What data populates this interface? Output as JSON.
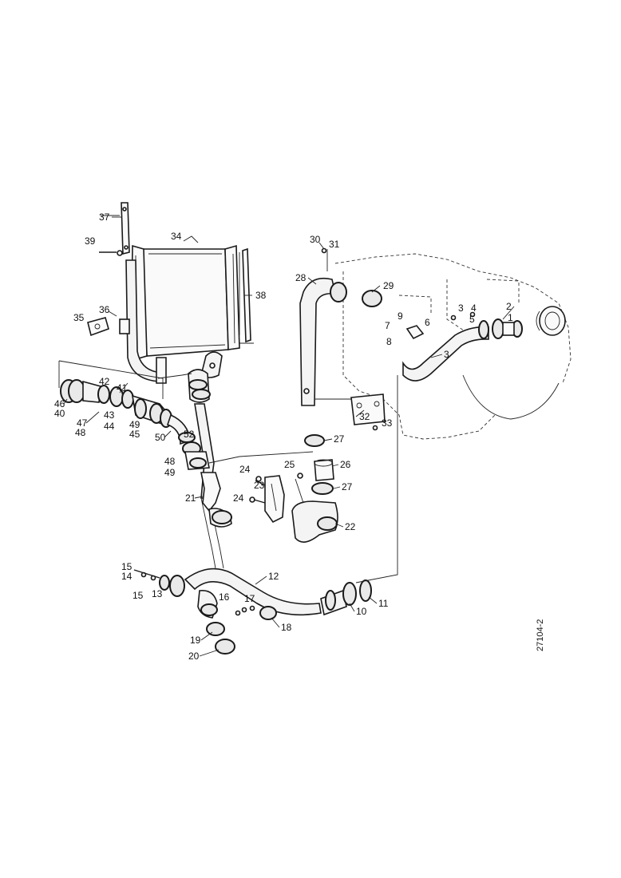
{
  "document": {
    "drawing_number": "27104-2"
  },
  "callouts": [
    {
      "id": "c1",
      "text": "1"
    },
    {
      "id": "c2",
      "text": "2"
    },
    {
      "id": "c3",
      "text": "3"
    },
    {
      "id": "c4a",
      "text": "3"
    },
    {
      "id": "c4b",
      "text": "4"
    },
    {
      "id": "c5",
      "text": "5"
    },
    {
      "id": "c6",
      "text": "6"
    },
    {
      "id": "c7",
      "text": "7"
    },
    {
      "id": "c8",
      "text": "8"
    },
    {
      "id": "c9",
      "text": "9"
    },
    {
      "id": "c10",
      "text": "10"
    },
    {
      "id": "c11",
      "text": "11"
    },
    {
      "id": "c12",
      "text": "12"
    },
    {
      "id": "c13",
      "text": "13"
    },
    {
      "id": "c14",
      "text": "14"
    },
    {
      "id": "c15",
      "text": "15"
    },
    {
      "id": "c15b",
      "text": "15"
    },
    {
      "id": "c16",
      "text": "16"
    },
    {
      "id": "c17",
      "text": "17"
    },
    {
      "id": "c18",
      "text": "18"
    },
    {
      "id": "c19",
      "text": "19"
    },
    {
      "id": "c20",
      "text": "20"
    },
    {
      "id": "c21",
      "text": "21"
    },
    {
      "id": "c22",
      "text": "22"
    },
    {
      "id": "c23",
      "text": "23"
    },
    {
      "id": "c24a",
      "text": "24"
    },
    {
      "id": "c24b",
      "text": "24"
    },
    {
      "id": "c25",
      "text": "25"
    },
    {
      "id": "c26",
      "text": "26"
    },
    {
      "id": "c27a",
      "text": "27"
    },
    {
      "id": "c27b",
      "text": "27"
    },
    {
      "id": "c28",
      "text": "28"
    },
    {
      "id": "c29",
      "text": "29"
    },
    {
      "id": "c30",
      "text": "30"
    },
    {
      "id": "c31",
      "text": "31"
    },
    {
      "id": "c32",
      "text": "32"
    },
    {
      "id": "c33",
      "text": "33"
    },
    {
      "id": "c34",
      "text": "34"
    },
    {
      "id": "c35",
      "text": "35"
    },
    {
      "id": "c36",
      "text": "36"
    },
    {
      "id": "c37",
      "text": "37"
    },
    {
      "id": "c38",
      "text": "38"
    },
    {
      "id": "c39",
      "text": "39"
    },
    {
      "id": "c40",
      "text": "40"
    },
    {
      "id": "c41",
      "text": "41"
    },
    {
      "id": "c42",
      "text": "42"
    },
    {
      "id": "c43",
      "text": "43"
    },
    {
      "id": "c44",
      "text": "44"
    },
    {
      "id": "c45",
      "text": "45"
    },
    {
      "id": "c46",
      "text": "46"
    },
    {
      "id": "c47",
      "text": "47"
    },
    {
      "id": "c48",
      "text": "48"
    },
    {
      "id": "c48b",
      "text": "48"
    },
    {
      "id": "c49",
      "text": "49"
    },
    {
      "id": "c49b",
      "text": "49"
    },
    {
      "id": "c50",
      "text": "50"
    },
    {
      "id": "c52",
      "text": "52"
    }
  ]
}
